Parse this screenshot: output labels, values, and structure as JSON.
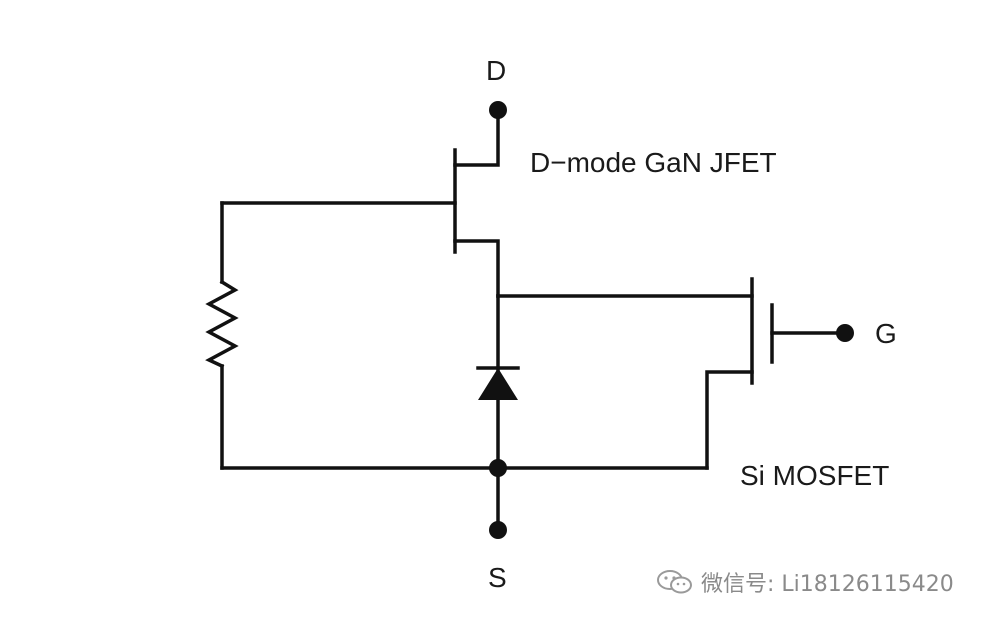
{
  "terminals": {
    "drain": "D",
    "source": "S",
    "gate": "G"
  },
  "devices": {
    "jfet_label": "D−mode GaN JFET",
    "mosfet_label": "Si MOSFET"
  },
  "watermark": {
    "icon": "wechat-icon",
    "text": "微信号: Li18126115420"
  },
  "colors": {
    "line": "#111111",
    "background": "#ffffff",
    "watermark": "#8a8a8a"
  }
}
